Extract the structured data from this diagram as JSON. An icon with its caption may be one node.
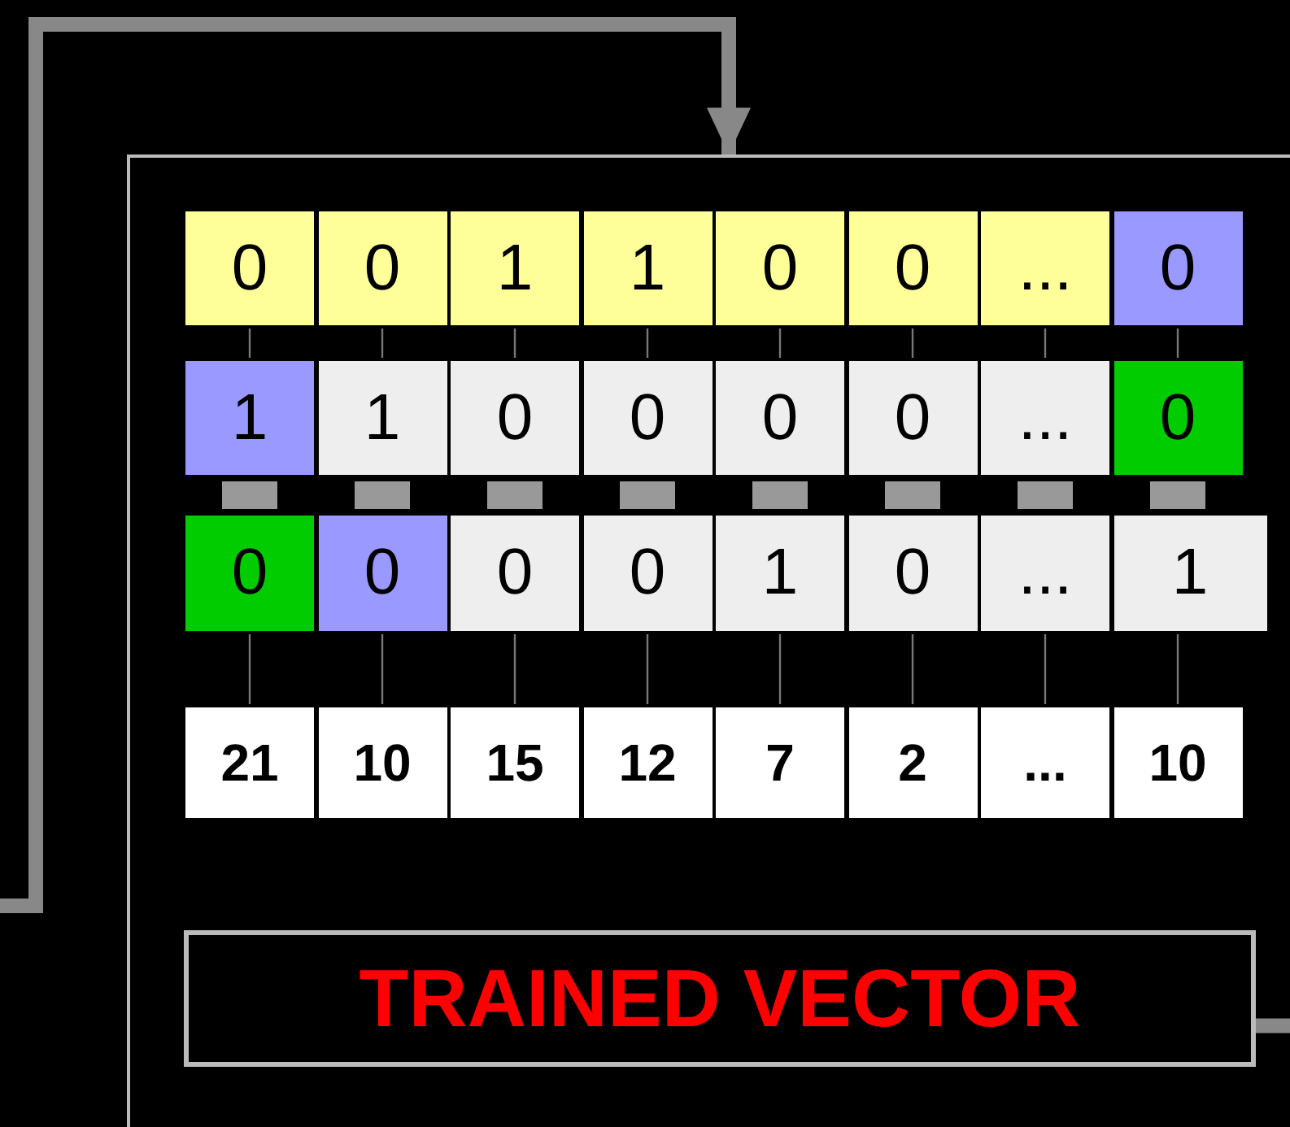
{
  "diagram": {
    "nodes": [
      {
        "text": [],
        "shape": "box"
      },
      {
        "text": [
          "0"
        ],
        "in": 0
      },
      {
        "text": [
          "0"
        ],
        "in": 0
      },
      {
        "text": [
          "1"
        ],
        "in": 0
      },
      {
        "text": [
          "1"
        ],
        "in": 0
      },
      {
        "text": [
          "0"
        ],
        "in": 0
      },
      {
        "text": [
          "0"
        ],
        "in": 0
      },
      {
        "text": [
          "..."
        ],
        "in": 0
      },
      {
        "text": [
          "0"
        ],
        "in": 0
      },
      {
        "text": [
          "1"
        ],
        "in": 0
      },
      {
        "text": [
          "1"
        ],
        "in": 0
      },
      {
        "text": [
          "0"
        ],
        "in": 0
      },
      {
        "text": [
          "0"
        ],
        "in": 0
      },
      {
        "text": [
          "0"
        ],
        "in": 0
      },
      {
        "text": [
          "0"
        ],
        "in": 0
      },
      {
        "text": [
          "..."
        ],
        "in": 0
      },
      {
        "text": [
          "0"
        ],
        "in": 0
      },
      {
        "text": [
          "0"
        ],
        "in": 0
      },
      {
        "text": [
          "0"
        ],
        "in": 0
      },
      {
        "text": [
          "0"
        ],
        "in": 0
      },
      {
        "text": [
          "0"
        ],
        "in": 0
      },
      {
        "text": [
          "1"
        ],
        "in": 0
      },
      {
        "text": [
          "0"
        ],
        "in": 0
      },
      {
        "text": [
          "..."
        ],
        "in": 0
      },
      {
        "text": [
          "1"
        ],
        "in": 0
      },
      {
        "text": [
          "21"
        ],
        "in": 0
      },
      {
        "text": [
          "10"
        ],
        "in": 0
      },
      {
        "text": [
          "15"
        ],
        "in": 0
      },
      {
        "text": [
          "12"
        ],
        "in": 0
      },
      {
        "text": [
          "7"
        ],
        "in": 0
      },
      {
        "text": [
          "2"
        ],
        "in": 0
      },
      {
        "text": [
          "..."
        ],
        "in": 0
      },
      {
        "text": [
          "10"
        ],
        "in": 0
      },
      {
        "text": [
          "TRAINED VECTOR"
        ],
        "in": 0
      }
    ],
    "edges": [
      {
        "from": null,
        "to": 0,
        "arrow": "to",
        "style": "thick",
        "color": "#888888"
      },
      {
        "from": 1,
        "to": 9,
        "arrow": "none"
      },
      {
        "from": 2,
        "to": 10,
        "arrow": "none"
      },
      {
        "from": 3,
        "to": 11,
        "arrow": "none"
      },
      {
        "from": 4,
        "to": 12,
        "arrow": "none"
      },
      {
        "from": 5,
        "to": 13,
        "arrow": "none"
      },
      {
        "from": 6,
        "to": 14,
        "arrow": "none"
      },
      {
        "from": 7,
        "to": 15,
        "arrow": "none"
      },
      {
        "from": 8,
        "to": 16,
        "arrow": "none"
      },
      {
        "from": 9,
        "to": 17,
        "arrow": "none",
        "style": "thick",
        "color": "#999999"
      },
      {
        "from": 10,
        "to": 18,
        "arrow": "none",
        "style": "thick",
        "color": "#999999"
      },
      {
        "from": 11,
        "to": 19,
        "arrow": "none",
        "style": "thick",
        "color": "#999999"
      },
      {
        "from": 12,
        "to": 20,
        "arrow": "none",
        "style": "thick",
        "color": "#999999"
      },
      {
        "from": 13,
        "to": 21,
        "arrow": "none",
        "style": "thick",
        "color": "#999999"
      },
      {
        "from": 14,
        "to": 22,
        "arrow": "none",
        "style": "thick",
        "color": "#999999"
      },
      {
        "from": 15,
        "to": 23,
        "arrow": "none",
        "style": "thick",
        "color": "#999999"
      },
      {
        "from": 16,
        "to": 24,
        "arrow": "none",
        "style": "thick",
        "color": "#999999"
      },
      {
        "from": 17,
        "to": 25,
        "arrow": "none"
      },
      {
        "from": 18,
        "to": 26,
        "arrow": "none"
      },
      {
        "from": 19,
        "to": 27,
        "arrow": "none"
      },
      {
        "from": 20,
        "to": 28,
        "arrow": "none"
      },
      {
        "from": 21,
        "to": 29,
        "arrow": "none"
      },
      {
        "from": 22,
        "to": 30,
        "arrow": "none"
      },
      {
        "from": 23,
        "to": 31,
        "arrow": "none"
      },
      {
        "from": 24,
        "to": 32,
        "arrow": "none"
      },
      {
        "from": 33,
        "to": null,
        "arrow": "none",
        "style": "thick",
        "color": "#888888"
      }
    ]
  }
}
